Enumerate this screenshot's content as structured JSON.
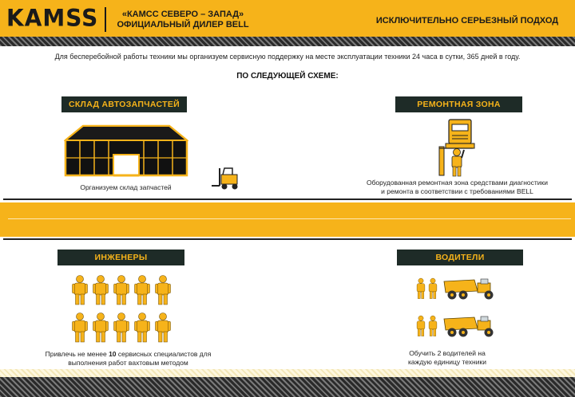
{
  "header": {
    "logo": "KAMSS",
    "company_name": "«КАМСС СЕВЕРО – ЗАПАД»",
    "dealer": "ОФИЦИАЛЬНЫЙ ДИЛЕР BELL",
    "slogan": "ИСКЛЮЧИТЕЛЬНО СЕРЬЕЗНЫЙ ПОДХОД"
  },
  "intro": "Для бесперебойной работы техники мы организуем сервисную поддержку на месте эксплуатации техники 24 часа в сутки, 365 дней в году.",
  "scheme_title": "ПО СЛЕДУЮЩЕЙ СХЕМЕ:",
  "sections": {
    "warehouse": {
      "label": "СКЛАД АВТОЗАПЧАСТЕЙ",
      "caption": "Организуем склад запчастей"
    },
    "repair": {
      "label": "РЕМОНТНАЯ ЗОНА",
      "caption_line1": "Оборудованная ремонтная зона средствами диагностики",
      "caption_line2": "и ремонта в соответствии с требованиями BELL"
    },
    "engineers": {
      "label": "ИНЖЕНЕРЫ",
      "caption_pre": "Привлечь не менее ",
      "caption_num": "10",
      "caption_post": "  сервисных специалистов для",
      "caption_line2": "выполнения работ вахтовым методом"
    },
    "drivers": {
      "label": "ВОДИТЕЛИ",
      "caption_line1": "Обучить 2 водителей на",
      "caption_line2": "каждую единицу техники"
    }
  },
  "colors": {
    "accent": "#f6b31a",
    "dark": "#1e2b27",
    "text": "#111111"
  },
  "icons": [
    "warehouse-icon",
    "forklift-icon",
    "repair-truck-icon",
    "mechanic-icon",
    "person-icon",
    "dump-truck-icon"
  ]
}
